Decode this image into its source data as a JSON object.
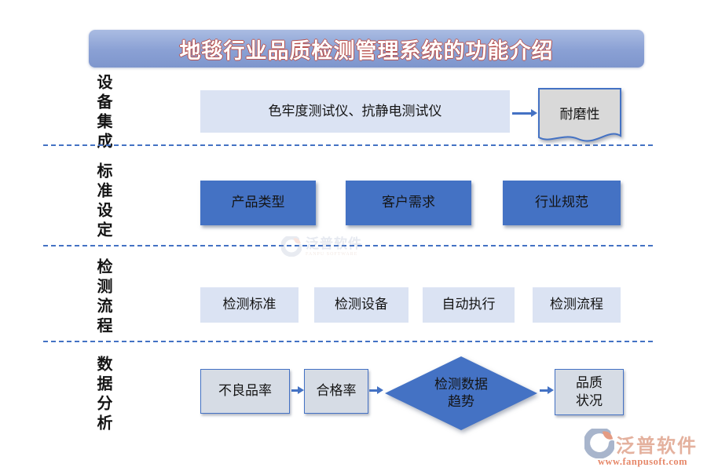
{
  "title": "地毯行业品质检测管理系统的功能介绍",
  "sections": [
    {
      "label": "设备集成",
      "device_box": "色牢度测试仪、抗静电测试仪",
      "output_doc": "耐磨性"
    },
    {
      "label": "标准设定",
      "boxes": [
        "产品类型",
        "客户需求",
        "行业规范"
      ]
    },
    {
      "label": "检测流程",
      "boxes": [
        "检测标准",
        "检测设备",
        "自动执行",
        "检测流程"
      ]
    },
    {
      "label": "数据分析",
      "steps": [
        "不良品率",
        "合格率"
      ],
      "diamond": {
        "line1": "检测数据",
        "line2": "趋势"
      },
      "result": {
        "line1": "品质",
        "line2": "状况"
      }
    }
  ],
  "watermark": {
    "brand": "泛普软件",
    "brand_sub": "FANPU SOFTWARE",
    "url": "www.fanpusoft.com"
  },
  "colors": {
    "accent_blue": "#4472C4",
    "banner_top": "#AABCE2",
    "banner_bottom": "#7E96CD",
    "title_outline_red": "#B8514E",
    "light_box_fill": "#DBE3F3",
    "gray_box_fill": "#D6DCE5",
    "document_fill": "#D9D9D9",
    "logo_salmon": "#E0A48E",
    "logo_orange": "#E2734F"
  }
}
